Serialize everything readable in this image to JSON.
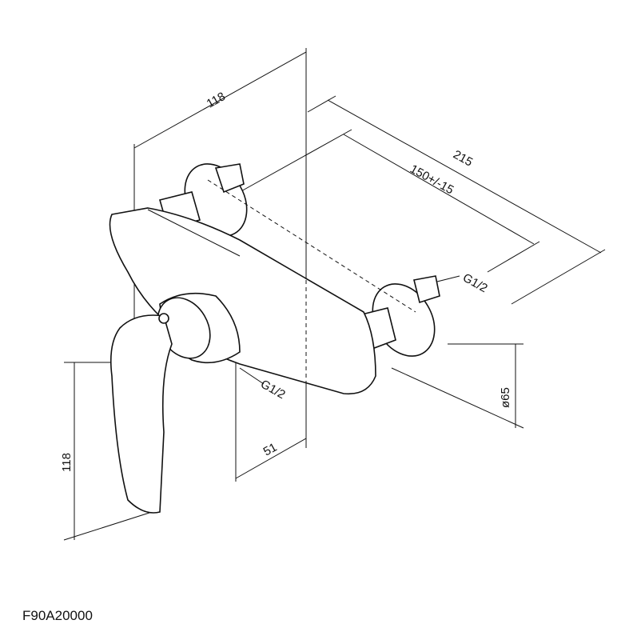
{
  "drawing": {
    "dimensions": {
      "top_width": "118",
      "total_depth": "215",
      "center_distance": "150+/-15",
      "thread_right": "G1/2",
      "thread_bottom": "G1/2",
      "flange_diameter": "ø65",
      "height": "118",
      "outlet_offset": "51"
    },
    "product_code": "F90A20000"
  }
}
